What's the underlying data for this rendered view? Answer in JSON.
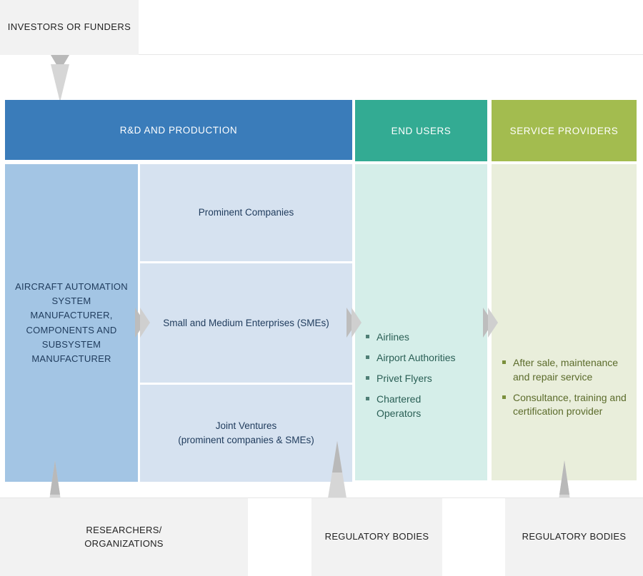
{
  "diagram": {
    "title_top": "INVESTORS OR FUNDERS",
    "columns": [
      {
        "id": "rd",
        "header": "R&D AND PRODUCTION",
        "color": "#3a7cba"
      },
      {
        "id": "end",
        "header": "END USERS",
        "color": "#33ab93"
      },
      {
        "id": "service",
        "header": "SERVICE PROVIDERS",
        "color": "#a3bc4f"
      }
    ],
    "rd_left_box": "AIRCRAFT AUTOMATION SYSTEM MANUFACTURER, COMPONENTS AND SUBSYSTEM MANUFACTURER",
    "rd_right_boxes": [
      {
        "line1": "Prominent Companies",
        "line2": ""
      },
      {
        "line1": "Small and Medium Enterprises (SMEs)",
        "line2": ""
      },
      {
        "line1": "Joint Ventures",
        "line2": "(prominent companies & SMEs)"
      }
    ],
    "end_users": [
      "Airlines",
      "Airport Authorities",
      "Privet Flyers",
      "Chartered Operators"
    ],
    "service_providers": [
      "After sale, maintenance and repair service",
      "Consultance, training and certification provider"
    ],
    "bottom_boxes": [
      {
        "line1": "RESEARCHERS/",
        "line2": "ORGANIZATIONS"
      },
      {
        "line1": "REGULATORY BODIES",
        "line2": ""
      },
      {
        "line1": "REGULATORY BODIES",
        "line2": ""
      }
    ],
    "colors": {
      "rd_header": "#3a7cba",
      "end_header": "#33ab93",
      "service_header": "#a3bc4f",
      "rd_left_panel": "#a3c5e4",
      "rd_right_panel": "#d6e2f0",
      "end_panel": "#d5eee9",
      "service_panel": "#e9eedb",
      "grey_box": "#f2f2f2",
      "arrow": "#d3d3d3"
    }
  }
}
